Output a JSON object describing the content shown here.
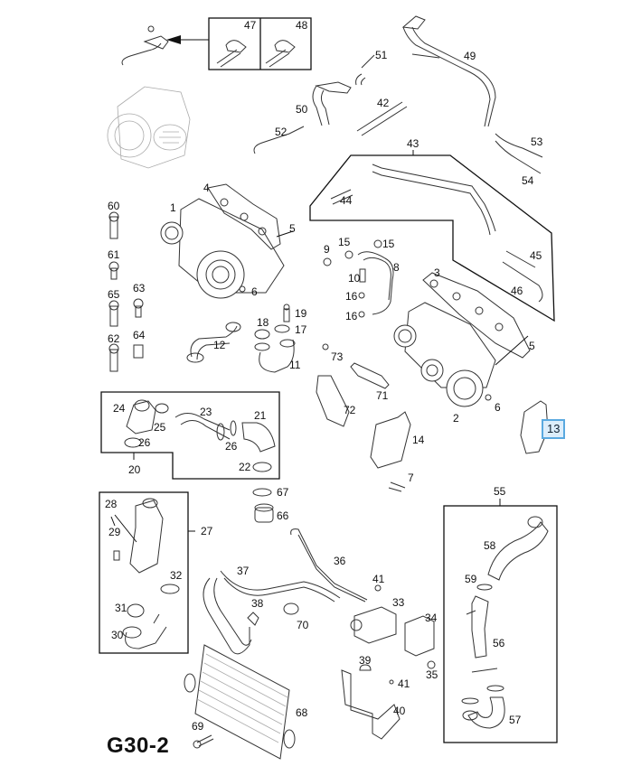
{
  "diagram": {
    "title": "G30-2",
    "highlighted_part": "13",
    "highlight_color": "#5aa9e0",
    "callouts": [
      {
        "id": "c47",
        "text": "47"
      },
      {
        "id": "c48",
        "text": "48"
      },
      {
        "id": "c49",
        "text": "49"
      },
      {
        "id": "c50",
        "text": "50"
      },
      {
        "id": "c51",
        "text": "51"
      },
      {
        "id": "c52",
        "text": "52"
      },
      {
        "id": "c42",
        "text": "42"
      },
      {
        "id": "c43",
        "text": "43"
      },
      {
        "id": "c53",
        "text": "53"
      },
      {
        "id": "c54",
        "text": "54"
      },
      {
        "id": "c44",
        "text": "44"
      },
      {
        "id": "c45",
        "text": "45"
      },
      {
        "id": "c46",
        "text": "46"
      },
      {
        "id": "c60",
        "text": "60"
      },
      {
        "id": "c61",
        "text": "61"
      },
      {
        "id": "c65",
        "text": "65"
      },
      {
        "id": "c63",
        "text": "63"
      },
      {
        "id": "c62",
        "text": "62"
      },
      {
        "id": "c64",
        "text": "64"
      },
      {
        "id": "c1",
        "text": "1"
      },
      {
        "id": "c4",
        "text": "4"
      },
      {
        "id": "c5a",
        "text": "5"
      },
      {
        "id": "c6a",
        "text": "6"
      },
      {
        "id": "c19",
        "text": "19"
      },
      {
        "id": "c18",
        "text": "18"
      },
      {
        "id": "c17",
        "text": "17"
      },
      {
        "id": "c12",
        "text": "12"
      },
      {
        "id": "c11",
        "text": "11"
      },
      {
        "id": "c9",
        "text": "9"
      },
      {
        "id": "c15a",
        "text": "15"
      },
      {
        "id": "c15b",
        "text": "15"
      },
      {
        "id": "c8",
        "text": "8"
      },
      {
        "id": "c10",
        "text": "10"
      },
      {
        "id": "c16a",
        "text": "16"
      },
      {
        "id": "c16b",
        "text": "16"
      },
      {
        "id": "c3",
        "text": "3"
      },
      {
        "id": "c5b",
        "text": "5"
      },
      {
        "id": "c6b",
        "text": "6"
      },
      {
        "id": "c2",
        "text": "2"
      },
      {
        "id": "c73",
        "text": "73"
      },
      {
        "id": "c71",
        "text": "71"
      },
      {
        "id": "c72",
        "text": "72"
      },
      {
        "id": "c14",
        "text": "14"
      },
      {
        "id": "c7",
        "text": "7"
      },
      {
        "id": "c13",
        "text": "13"
      },
      {
        "id": "c24",
        "text": "24"
      },
      {
        "id": "c25",
        "text": "25"
      },
      {
        "id": "c23",
        "text": "23"
      },
      {
        "id": "c21",
        "text": "21"
      },
      {
        "id": "c26a",
        "text": "26"
      },
      {
        "id": "c26b",
        "text": "26"
      },
      {
        "id": "c22",
        "text": "22"
      },
      {
        "id": "c20",
        "text": "20"
      },
      {
        "id": "c67",
        "text": "67"
      },
      {
        "id": "c66",
        "text": "66"
      },
      {
        "id": "c28",
        "text": "28"
      },
      {
        "id": "c29",
        "text": "29"
      },
      {
        "id": "c27",
        "text": "27"
      },
      {
        "id": "c32",
        "text": "32"
      },
      {
        "id": "c31",
        "text": "31"
      },
      {
        "id": "c30",
        "text": "30"
      },
      {
        "id": "c36",
        "text": "36"
      },
      {
        "id": "c37",
        "text": "37"
      },
      {
        "id": "c38",
        "text": "38"
      },
      {
        "id": "c70",
        "text": "70"
      },
      {
        "id": "c41a",
        "text": "41"
      },
      {
        "id": "c33",
        "text": "33"
      },
      {
        "id": "c34",
        "text": "34"
      },
      {
        "id": "c35",
        "text": "35"
      },
      {
        "id": "c39",
        "text": "39"
      },
      {
        "id": "c41b",
        "text": "41"
      },
      {
        "id": "c40",
        "text": "40"
      },
      {
        "id": "c68",
        "text": "68"
      },
      {
        "id": "c69",
        "text": "69"
      },
      {
        "id": "c55",
        "text": "55"
      },
      {
        "id": "c58",
        "text": "58"
      },
      {
        "id": "c59",
        "text": "59"
      },
      {
        "id": "c56",
        "text": "56"
      },
      {
        "id": "c57",
        "text": "57"
      }
    ]
  }
}
